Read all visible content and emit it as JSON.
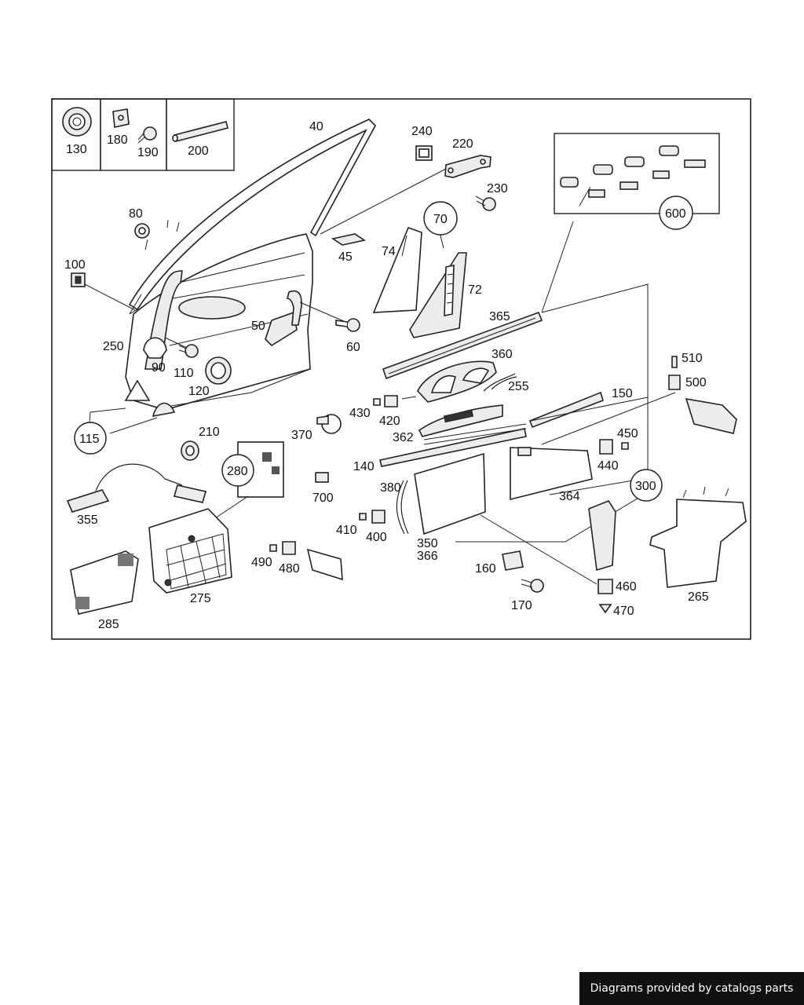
{
  "footer": {
    "credit": "Diagrams provided by catalogs parts"
  },
  "labels": {
    "p130": "130",
    "p180": "180",
    "p190": "190",
    "p200": "200",
    "p40": "40",
    "p240": "240",
    "p220": "220",
    "p230": "230",
    "p70": "70",
    "p74": "74",
    "p72": "72",
    "p45": "45",
    "p80": "80",
    "p100": "100",
    "p50": "50",
    "p60": "60",
    "p250": "250",
    "p90": "90",
    "p110": "110",
    "p120": "120",
    "p115": "115",
    "p600": "600",
    "p365": "365",
    "p360": "360",
    "p255": "255",
    "p150": "150",
    "p510": "510",
    "p500": "500",
    "p430": "430",
    "p420": "420",
    "p362": "362",
    "p370": "370",
    "p210": "210",
    "p280": "280",
    "p700": "700",
    "p140": "140",
    "p450": "450",
    "p440": "440",
    "p380": "380",
    "p364": "364",
    "p300": "300",
    "p355": "355",
    "p410": "410",
    "p400": "400",
    "p490": "490",
    "p480": "480",
    "p350": "350",
    "p366": "366",
    "p275": "275",
    "p285": "285",
    "p160": "160",
    "p170": "170",
    "p460": "460",
    "p470": "470",
    "p265": "265"
  }
}
